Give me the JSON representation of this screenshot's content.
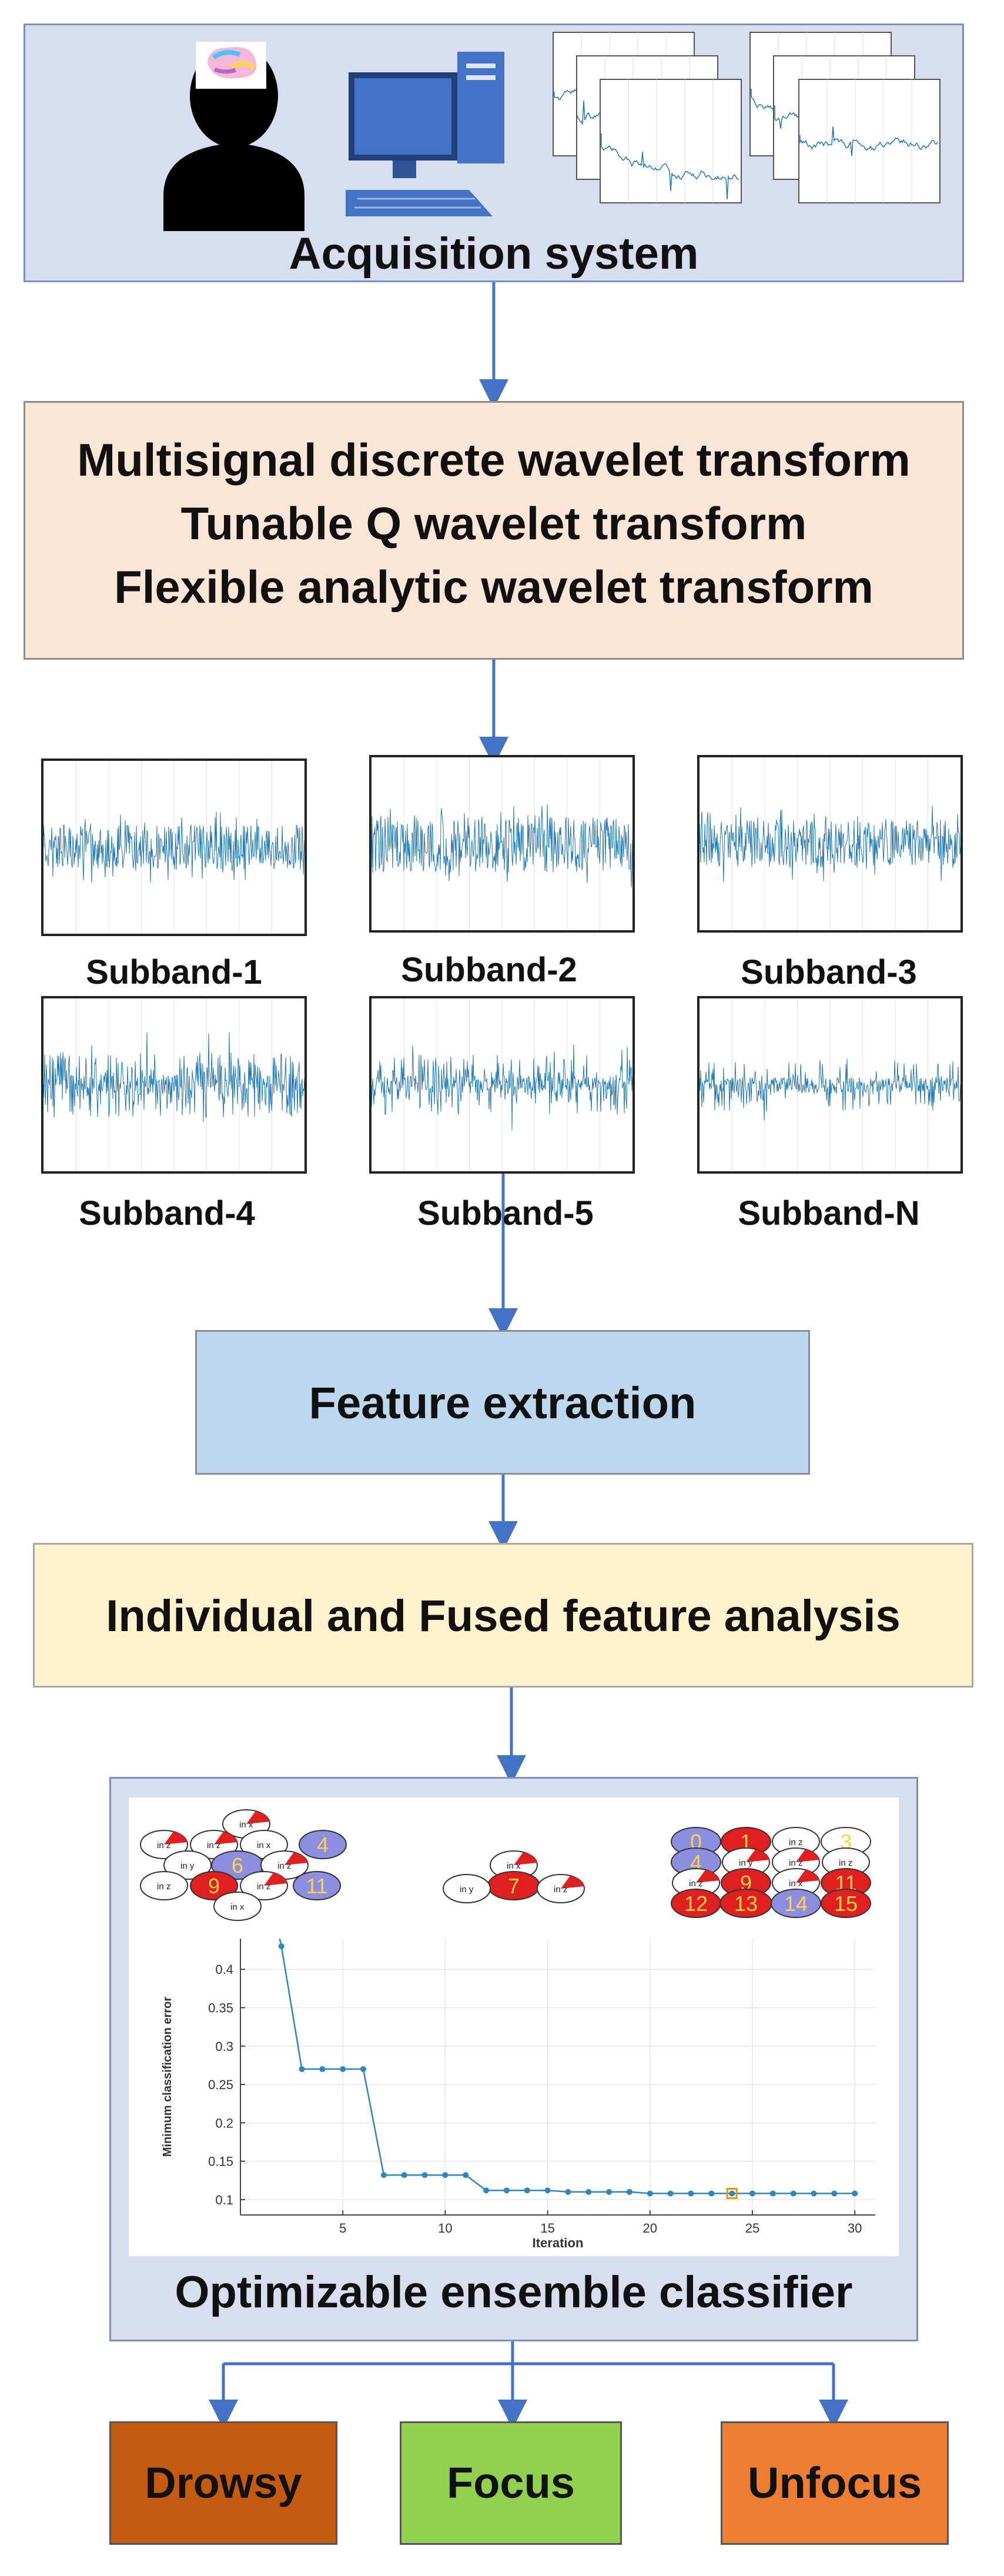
{
  "acquisition": {
    "title": "Acquisition system"
  },
  "decomposition": {
    "lines": [
      "Multisignal discrete wavelet transform",
      "Tunable Q wavelet transform",
      "Flexible analytic wavelet transform"
    ]
  },
  "subbands": [
    "Subband-1",
    "Subband-2",
    "Subband-3",
    "Subband-4",
    "Subband-5",
    "Subband-N"
  ],
  "feature_extraction": {
    "title": "Feature extraction"
  },
  "feature_analysis": {
    "title": "Individual and Fused feature analysis"
  },
  "classifier": {
    "title": "Optimizable ensemble classifier",
    "node_labels": [
      "in x",
      "in y",
      "in z",
      "in x",
      "in z",
      "in z",
      "in x",
      "in z",
      "in z"
    ],
    "node_numbers": [
      "0",
      "1",
      "3",
      "4",
      "9",
      "11",
      "12",
      "13",
      "14",
      "15",
      "6",
      "7"
    ]
  },
  "chart_data": {
    "type": "line",
    "title": "",
    "xlabel": "Iteration",
    "ylabel": "Minimum classification error",
    "xlim": [
      0,
      31
    ],
    "ylim": [
      0.08,
      0.44
    ],
    "xticks": [
      5,
      10,
      15,
      20,
      25,
      30
    ],
    "yticks": [
      0.1,
      0.15,
      0.2,
      0.25,
      0.3,
      0.35,
      0.4
    ],
    "grid": true,
    "series": [
      {
        "x": [
          1,
          2,
          3,
          4,
          5,
          6,
          7,
          8,
          9,
          10,
          11,
          12,
          13,
          14,
          15,
          16,
          17,
          18,
          19,
          20,
          21,
          22,
          23,
          24,
          25,
          26,
          27,
          28,
          29,
          30
        ],
        "y": [
          0.55,
          0.43,
          0.27,
          0.27,
          0.27,
          0.27,
          0.132,
          0.132,
          0.132,
          0.132,
          0.132,
          0.112,
          0.112,
          0.112,
          0.112,
          0.11,
          0.11,
          0.11,
          0.11,
          0.108,
          0.108,
          0.108,
          0.108,
          0.108,
          0.108,
          0.108,
          0.108,
          0.108,
          0.108,
          0.108
        ]
      }
    ],
    "highlight_x": 24,
    "line_color": "#2e86c1",
    "highlight_color": "#e69500"
  },
  "outcomes": [
    {
      "label": "Drowsy",
      "color": "#c55a11"
    },
    {
      "label": "Focus",
      "color": "#92d050"
    },
    {
      "label": "Unfocus",
      "color": "#ed7d31"
    }
  ],
  "colors": {
    "arrow": "#4472c4",
    "signal": "#1f77b4",
    "monitor": "#4472c4"
  }
}
